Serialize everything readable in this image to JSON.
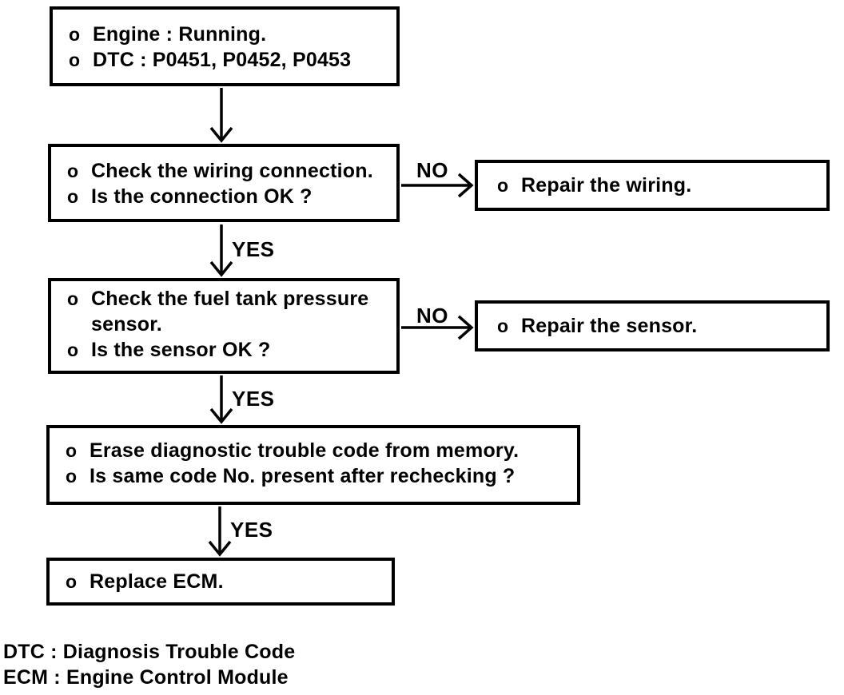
{
  "diagram": {
    "bullet": "o",
    "boxes": [
      {
        "name": "start",
        "lines": [
          "Engine : Running.",
          "DTC : P0451, P0452, P0453"
        ]
      },
      {
        "name": "check-wiring",
        "lines": [
          "Check the wiring connection.",
          "Is the connection OK ?"
        ]
      },
      {
        "name": "repair-wiring",
        "lines": [
          "Repair the wiring."
        ]
      },
      {
        "name": "check-sensor",
        "lines": [
          "Check the fuel tank pressure sensor.",
          "Is the sensor OK ?"
        ]
      },
      {
        "name": "repair-sensor",
        "lines": [
          "Repair the sensor."
        ]
      },
      {
        "name": "erase-code",
        "lines": [
          "Erase diagnostic trouble code from memory.",
          "Is same code No. present after rechecking ?"
        ]
      },
      {
        "name": "replace-ecm",
        "lines": [
          "Replace ECM."
        ]
      }
    ],
    "branch_labels": {
      "yes": "YES",
      "no": "NO"
    },
    "footnotes": {
      "dtc": "DTC : Diagnosis Trouble Code",
      "ecm": "ECM : Engine Control Module"
    },
    "colors": {
      "line": "#000000",
      "background": "#ffffff"
    }
  }
}
